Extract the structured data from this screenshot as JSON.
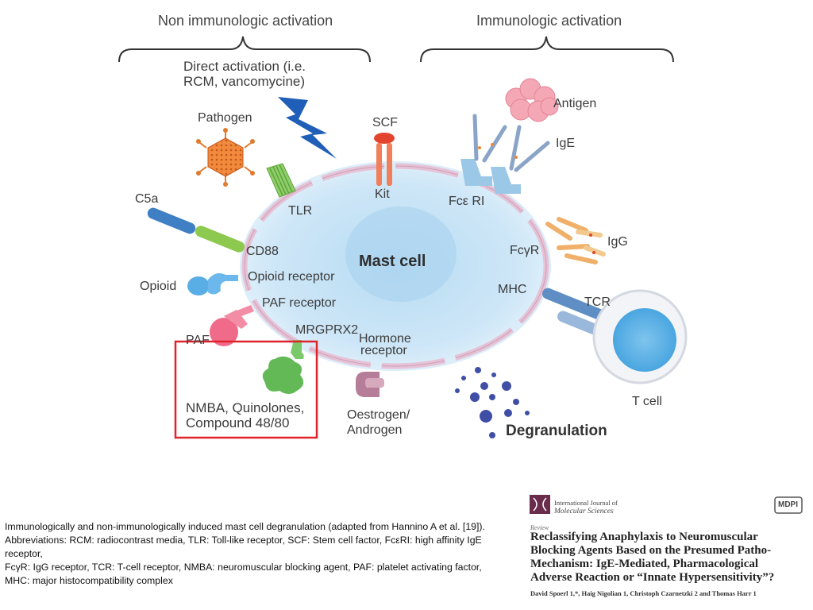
{
  "diagram": {
    "headers": {
      "non_immunologic": "Non immunologic activation",
      "immunologic": "Immunologic activation"
    },
    "labels": {
      "direct_activation": "Direct activation (i.e.",
      "direct_activation_2": "RCM, vancomycine)",
      "pathogen": "Pathogen",
      "scf": "SCF",
      "kit": "Kit",
      "tlr": "TLR",
      "c5a": "C5a",
      "cd88": "CD88",
      "opioid": "Opioid",
      "opioid_receptor": "Opioid receptor",
      "paf_receptor": "PAF receptor",
      "paf": "PAF",
      "mrgprx2": "MRGPRX2",
      "nmba_line1": "NMBA, Quinolones,",
      "nmba_line2": "Compound 48/80",
      "hormone_receptor_1": "Hormone",
      "hormone_receptor_2": "receptor",
      "oestrogen_1": "Oestrogen/",
      "oestrogen_2": "Androgen",
      "mast_cell": "Mast cell",
      "antigen": "Antigen",
      "ige": "IgE",
      "fceri": "Fcε RI",
      "igg": "IgG",
      "fcgr": "FcγR",
      "mhc": "MHC",
      "tcr": "TCR",
      "t_cell": "T cell",
      "degranulation": "Degranulation"
    },
    "colors": {
      "highlight_box": "#e0242b",
      "cell_fill": "#cfe8f8",
      "membrane": "#e8c7d8"
    }
  },
  "caption": {
    "line1": "Immunologically and non-immunologically induced mast cell degranulation (adapted from Hannino A et al. [19]).",
    "line2": "Abbreviations: RCM: radiocontrast media, TLR: Toll-like receptor, SCF: Stem cell factor, FcεRI: high affinity IgE receptor,",
    "line3": "FcγR: IgG receptor, TCR: T-cell receptor, NMBA: neuromuscular blocking agent, PAF: platelet activating factor,",
    "line4": "MHC: major histocompatibility complex"
  },
  "paper": {
    "journal_line1": "International Journal of",
    "journal_line2": "Molecular Sciences",
    "publisher": "MDPI",
    "article_type": "Review",
    "title": "Reclassifying Anaphylaxis to Neuromuscular Blocking Agents Based on the Presumed Patho-Mechanism: IgE-Mediated, Pharmacological Adverse Reaction or “Innate Hypersensitivity”?",
    "authors": "David Spoerl 1,*, Haig Nigolian 1, Christoph Czarnetzki 2 and Thomas Harr 1"
  }
}
